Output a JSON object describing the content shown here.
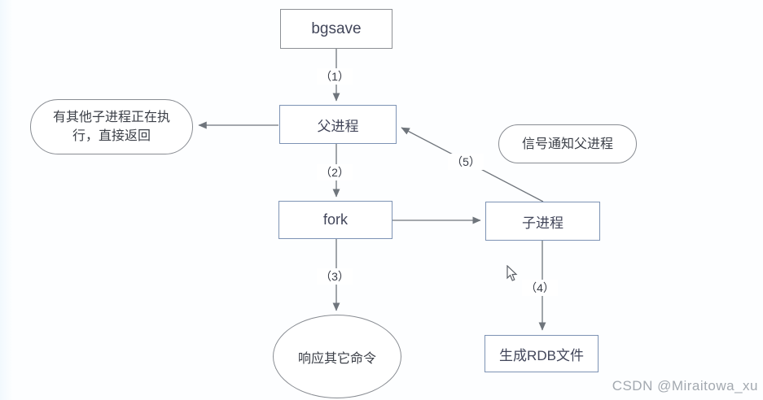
{
  "diagram": {
    "title_context": "bgsave flow diagram",
    "nodes": {
      "bgsave": {
        "label": "bgsave",
        "shape": "rect",
        "border_color": "#8d9095"
      },
      "parent": {
        "label": "父进程",
        "shape": "rect",
        "border_color": "#7d93b4"
      },
      "fork": {
        "label": "fork",
        "shape": "rect",
        "border_color": "#7d93b4"
      },
      "child": {
        "label": "子进程",
        "shape": "rect",
        "border_color": "#7d93b4"
      },
      "rdb": {
        "label": "生成RDB文件",
        "shape": "rect",
        "border_color": "#7d93b4"
      },
      "busy": {
        "label": "有其他子进程正在执行，直接返回",
        "shape": "stadium",
        "border_color": "#888c92"
      },
      "signal": {
        "label": "信号通知父进程",
        "shape": "stadium",
        "border_color": "#888c92"
      },
      "respond": {
        "label": "响应其它命令",
        "shape": "ellipse",
        "border_color": "#888c92"
      }
    },
    "step_labels": {
      "s1": "（1）",
      "s2": "（2）",
      "s3": "（3）",
      "s4": "（4）",
      "s5": "（5）"
    },
    "edges": [
      {
        "from": "bgsave",
        "to": "parent",
        "label": "（1）"
      },
      {
        "from": "parent",
        "to": "busy",
        "label": ""
      },
      {
        "from": "parent",
        "to": "fork",
        "label": "（2）"
      },
      {
        "from": "fork",
        "to": "respond",
        "label": "（3）"
      },
      {
        "from": "fork",
        "to": "child",
        "label": ""
      },
      {
        "from": "child",
        "to": "rdb",
        "label": "（4）"
      },
      {
        "from": "child",
        "to": "parent",
        "label": "（5）"
      }
    ],
    "colors": {
      "line": "#6f757c",
      "box_border_blue": "#7d93b4",
      "box_border_gray": "#8d9095",
      "text_dark": "#42465a",
      "watermark_gray": "#a3a9b0"
    },
    "watermark": "CSDN @Miraitowa_xu"
  }
}
